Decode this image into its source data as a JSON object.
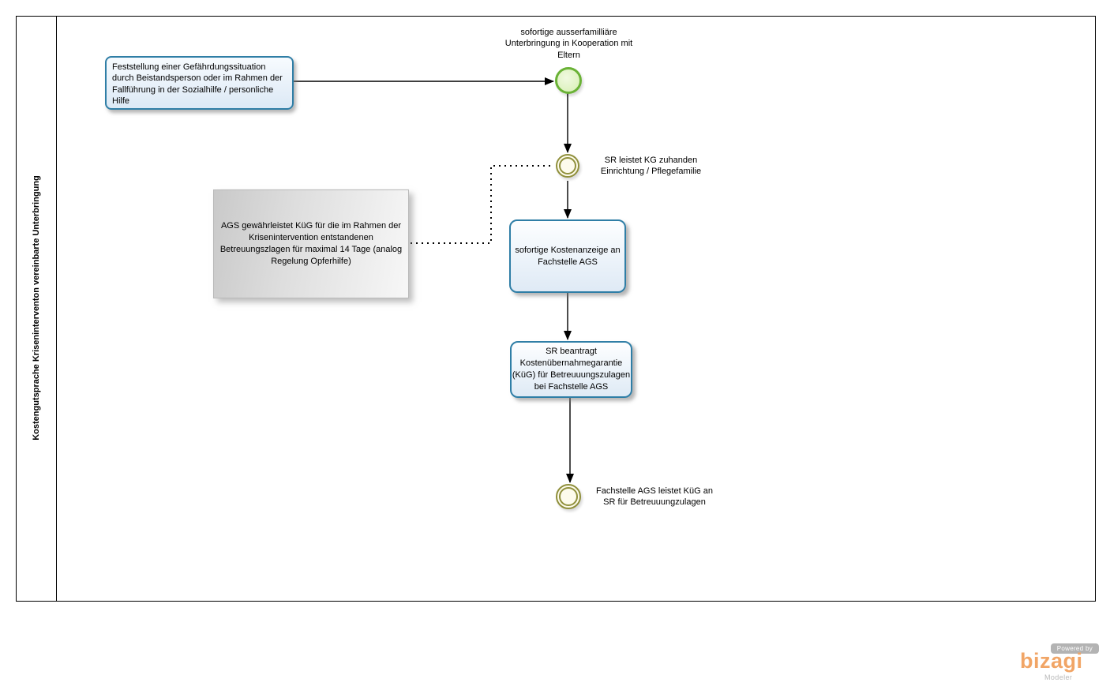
{
  "lane": {
    "label": "Kostengutsprache Kriseninterventon vereinbarte Unterbringung"
  },
  "annotations": {
    "feststellung": "Feststellung einer Gefährdungssituation\ndurch Beistandsperson oder im Rahmen der\nFallführung in der Sozialhilfe / personliche\nHilfe",
    "ags": "AGS gewährleistet KüG für die im Rahmen der\nKrisenintervention entstandenen\nBetreuungszlagen für maximal 14 Tage (analog\nRegelung Opferhilfe)"
  },
  "events": {
    "start": {
      "label": "sofortige ausserfamilliäre\nUnterbringung in Kooperation mit\nEltern"
    },
    "intermediate": {
      "label": "SR leistet KG zuhanden\nEinrichtung / Pflegefamilie"
    },
    "end": {
      "label": "Fachstelle AGS leistet KüG an\nSR für Betreuuungzulagen"
    }
  },
  "tasks": {
    "kostenanzeige": "sofortige Kostenanzeige an\nFachstelle AGS",
    "kueg_antrag": "SR beantragt\nKostenübernahmegarantie\n(KüG) für Betreuuungszulagen\nbei Fachstelle AGS"
  },
  "branding": {
    "powered_by": "Powered by",
    "logo": "bizagi",
    "product": "Modeler"
  },
  "colors": {
    "task_border": "#2f7ea6",
    "start_event_green": "#6ab236",
    "event_olive": "#90903c",
    "logo_orange": "#f1a566",
    "logo_gray": "#b9b9b9"
  }
}
